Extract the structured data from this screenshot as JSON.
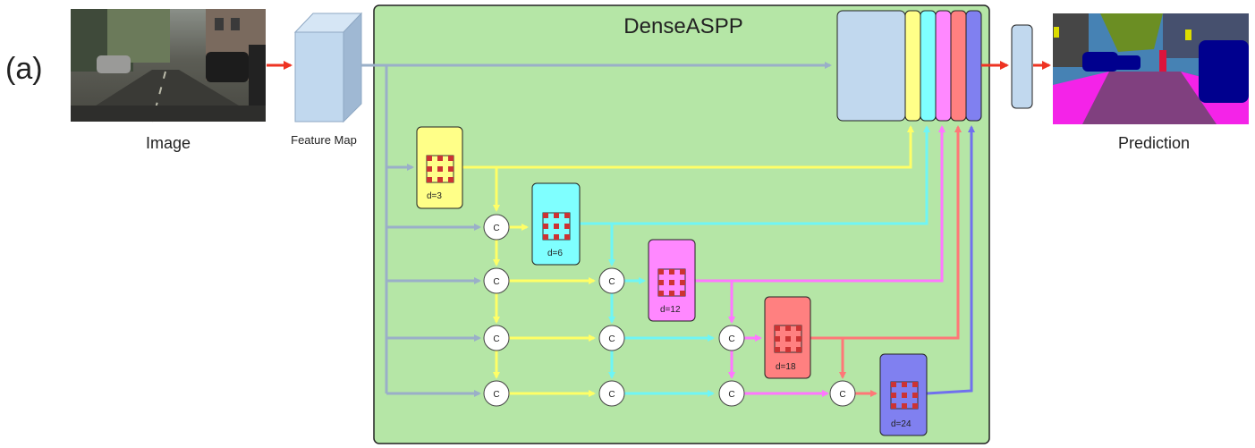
{
  "panel_label": "(a)",
  "module_title": "DenseASPP",
  "input_caption": "Image",
  "feature_caption": "Feature Map",
  "output_caption": "Prediction",
  "concat_symbol": "C",
  "layers": [
    {
      "label": "d=3",
      "color": "#FFFF88"
    },
    {
      "label": "d=6",
      "color": "#7FFFFF"
    },
    {
      "label": "d=12",
      "color": "#FF88FF"
    },
    {
      "label": "d=18",
      "color": "#FF8080"
    },
    {
      "label": "d=24",
      "color": "#8080F0"
    }
  ],
  "colors": {
    "module_bg": "#B5E6A6",
    "feature": "#C1D8EE",
    "feature_arrow": "#9AAFC8",
    "red_arrow": "#EE3322",
    "yellow": "#FFFF88",
    "cyan": "#7FFFFF",
    "magenta": "#FF88FF",
    "salmon": "#FF8080",
    "blue": "#8080F0",
    "kernel_cell": "#CC3333"
  }
}
